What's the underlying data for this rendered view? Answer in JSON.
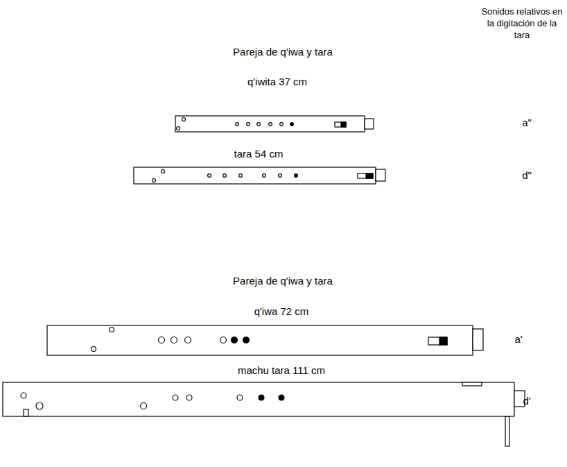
{
  "diagram": {
    "labels": [
      "Sonidos relativos en la digitación de la tara",
      "Pareja de q'iwa y tara",
      "q'iwita 37 cm",
      "a\"",
      "tara 54 cm",
      "d\"",
      "Pareja de q'iwa y tara",
      "q'iwa 72 cm",
      "a'",
      "machu tara 111 cm",
      "d'"
    ]
  }
}
